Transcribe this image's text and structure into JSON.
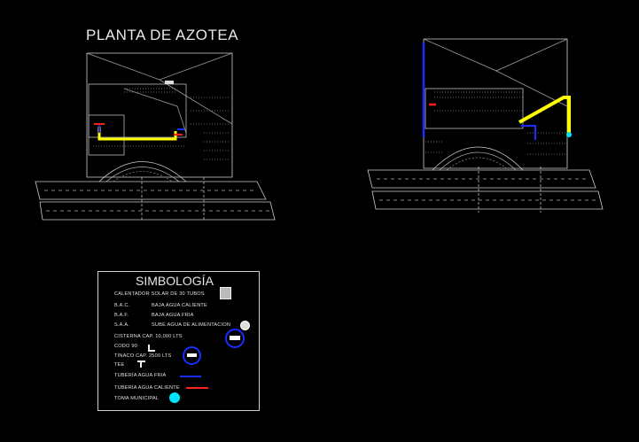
{
  "drawing": {
    "title": "PLANTA DE AZOTEA"
  },
  "legend": {
    "title": "SIMBOLOGÍA",
    "items": [
      {
        "code": "",
        "label": "CALENTADOR SOLAR DE 30 TUBOS",
        "symbol": "solar-heater-icon"
      },
      {
        "code": "B.A.C.",
        "label": "BAJA AGUA CALIENTE",
        "symbol": ""
      },
      {
        "code": "B.A.F.",
        "label": "BAJA AGUA FRIA",
        "symbol": ""
      },
      {
        "code": "S.A.A.",
        "label": "SUBE AGUA DE ALIMENTACION",
        "symbol": "small-tank-icon"
      },
      {
        "code": "",
        "label": "CISTERNA CAP. 10,000 LTS",
        "symbol": "cistern-icon"
      },
      {
        "code": "",
        "label": "CODO 90",
        "symbol": "elbow-icon"
      },
      {
        "code": "",
        "label": "TINACO CAP. 2500 LTS",
        "symbol": "water-tank-icon"
      },
      {
        "code": "",
        "label": "TEE",
        "symbol": "tee-icon"
      },
      {
        "code": "",
        "label": "TUBERÍA AGUA FRIA",
        "symbol": "blue-line"
      },
      {
        "code": "",
        "label": "TUBERÍA AGUA CALIENTE",
        "symbol": "red-line"
      },
      {
        "code": "",
        "label": "TOMA MUNICIPAL",
        "symbol": "cyan-dot"
      }
    ]
  },
  "colors": {
    "background": "#000000",
    "outline": "#d8d8d8",
    "cold_water": "#1a2cff",
    "hot_water": "#ff2020",
    "solar": "#ffff00",
    "municipal": "#00e5ff"
  }
}
